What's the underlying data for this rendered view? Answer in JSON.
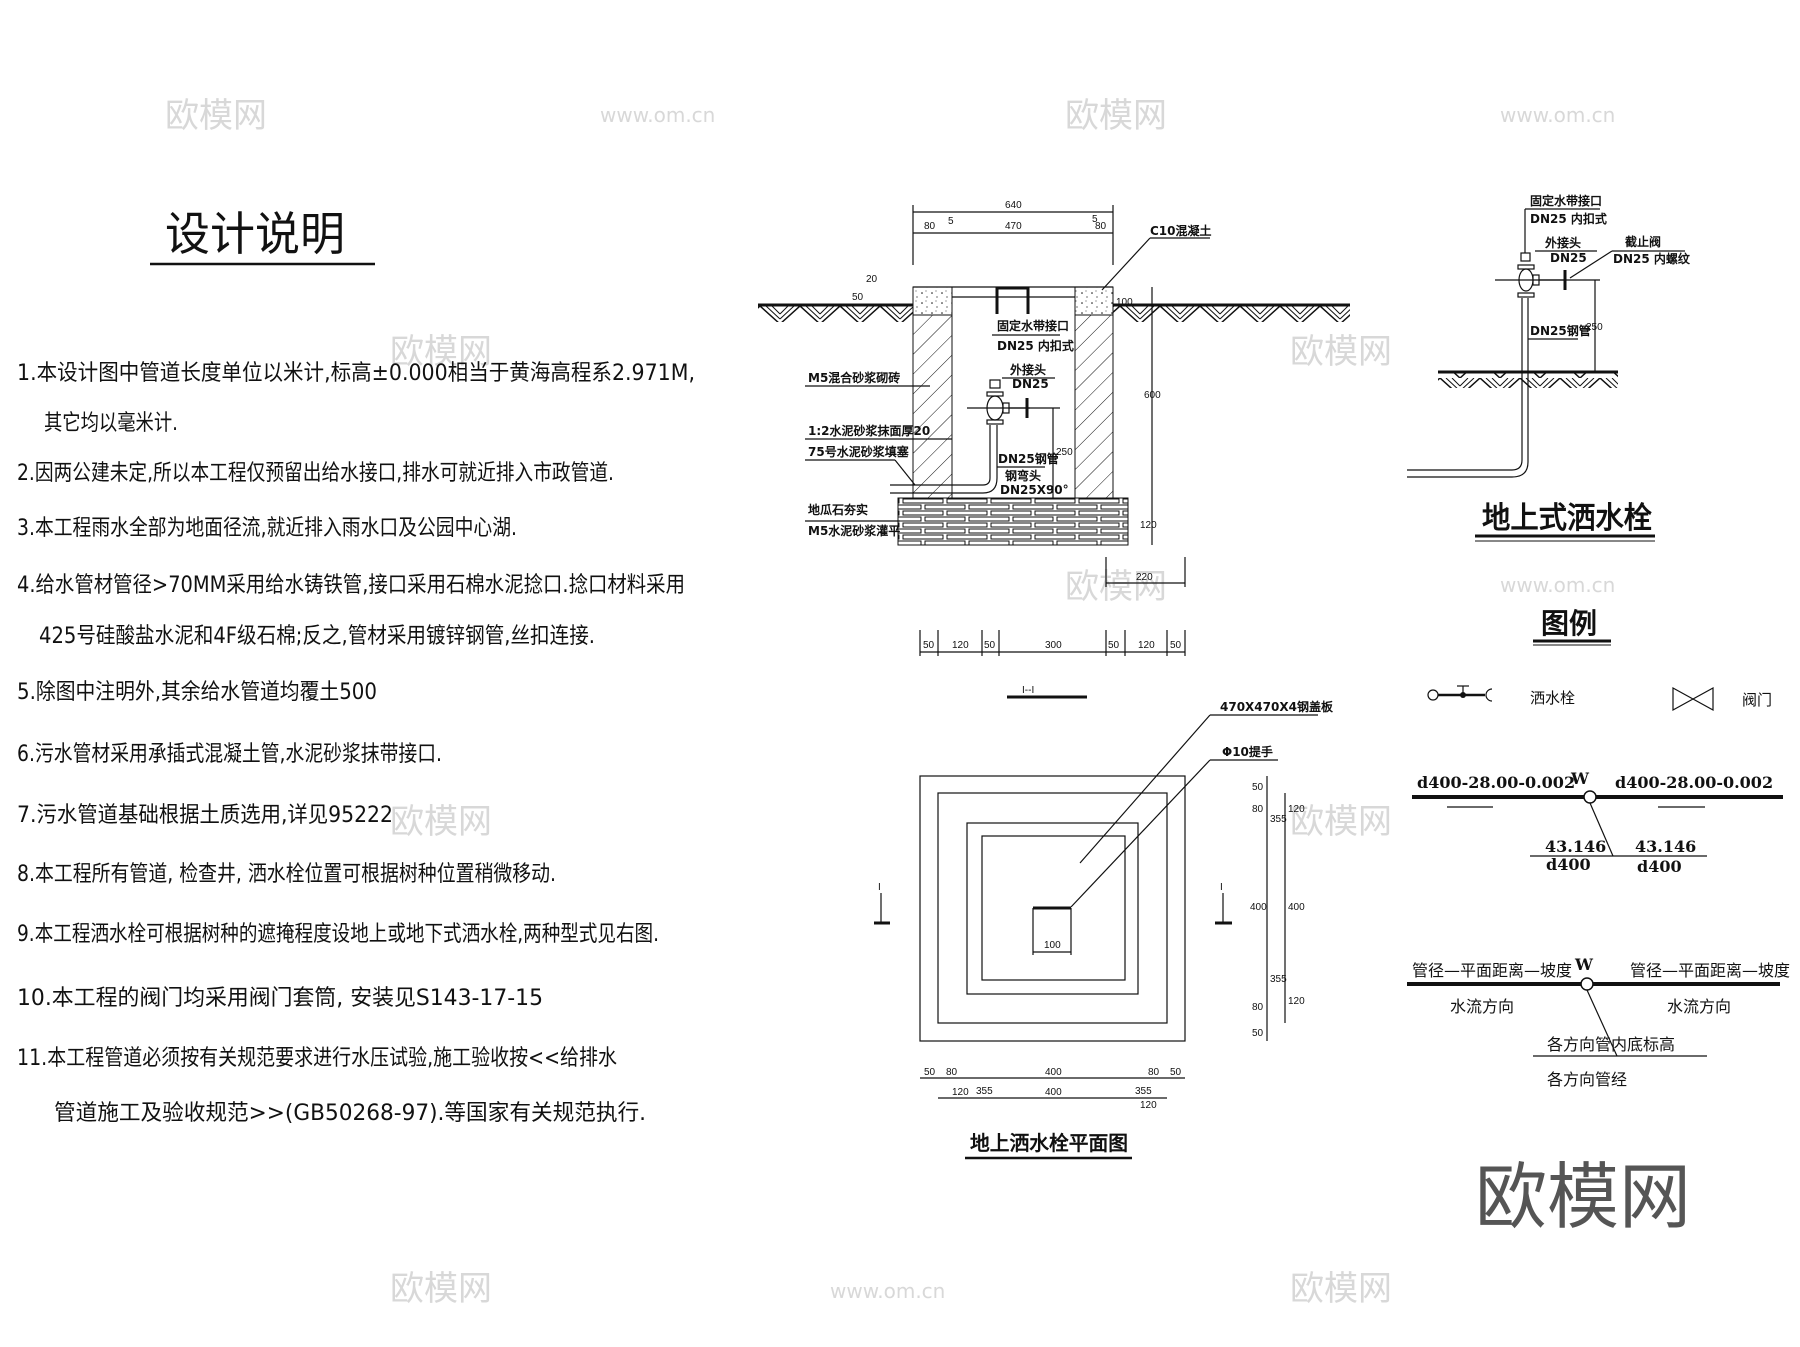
{
  "notes": {
    "title": "设计说明",
    "lines": [
      "1.本设计图中管道长度单位以米计,标高±0.000相当于黄海高程系2.971M,",
      "其它均以毫米计.",
      "2.因两公建未定,所以本工程仅预留出给水接口,排水可就近排入市政管道.",
      "3.本工程雨水全部为地面径流,就近排入雨水口及公园中心湖.",
      "4.给水管材管径>70MM采用给水铸铁管,接口采用石棉水泥捻口.捻口材料采用",
      "425号硅酸盐水泥和4F级石棉;反之,管材采用镀锌钢管,丝扣连接.",
      "5.除图中注明外,其余给水管道均覆土500",
      "6.污水管材采用承插式混凝土管,水泥砂浆抹带接口.",
      "7.污水管道基础根据土质选用,详见95222",
      "8.本工程所有管道, 检查井, 洒水栓位置可根据树种位置稍微移动.",
      "9.本工程洒水栓可根据树种的遮掩程度设地上或地下式洒水栓,两种型式见右图.",
      "10.本工程的阀门均采用阀门套筒, 安装见S143-17-15",
      "11.本工程管道必须按有关规范要求进行水压试验,施工验收按<<给排水",
      "管道施工及验收规范>>(GB50268-97).等国家有关规范执行."
    ]
  },
  "section": {
    "labels": {
      "c10": "C10混凝土",
      "hose_outlet": "固定水带接口",
      "dn25_inner": "DN25 内扣式",
      "ext_joint": "外接头",
      "dn25": "DN25",
      "brick": "M5混合砂浆砌砖",
      "plaster": "1:2水泥砂浆抹面厚20",
      "fill": "75号水泥砂浆填塞",
      "steel_pipe": "DN25钢管",
      "elbow": "钢弯头",
      "elbow_size": "DN25X90°",
      "gravel": "地瓜石夯实",
      "mortar": "M5水泥砂浆灌平"
    },
    "dims": {
      "total": "640",
      "left": "80",
      "mid": "470",
      "right": "80",
      "gap_l": "5",
      "gap_r": "5",
      "d50": "50",
      "d20": "20",
      "d100": "100",
      "d600": "600",
      "d250": "250",
      "d120": "120",
      "d220": "220",
      "bottom": [
        "50",
        "120",
        "50",
        "300",
        "50",
        "120",
        "50"
      ]
    },
    "section_mark": "I--I"
  },
  "plan": {
    "title": "地上洒水栓平面图",
    "cover": "470X470X4钢盖板",
    "handle": "Φ10提手",
    "handle_dim": "100",
    "right_dims": [
      "50",
      "80",
      "355",
      "120",
      "400",
      "400",
      "355",
      "120",
      "80",
      "50"
    ],
    "bottom_dims_1": [
      "50",
      "80",
      "400",
      "80",
      "50"
    ],
    "bottom_dims_2": [
      "120",
      "355",
      "400",
      "355",
      "120"
    ],
    "section_marks": [
      "I",
      "I"
    ]
  },
  "above_ground": {
    "title": "地上式洒水栓",
    "hose_outlet": "固定水带接口",
    "dn25_inner": "DN25 内扣式",
    "ext_joint": "外接头",
    "dn25": "DN25",
    "stop_valve": "截止阀",
    "dn25_thread": "DN25 内螺纹",
    "steel_pipe": "DN25钢管",
    "d250": "250"
  },
  "legend": {
    "title": "图例",
    "sprinkler": "洒水栓",
    "valve": "阀门",
    "pipe_left": "d400-28.00-0.002",
    "pipe_right": "d400-28.00-0.002",
    "w": "W",
    "elev_left": "43.146",
    "elev_right": "43.146",
    "dia_left": "d400",
    "dia_right": "d400",
    "gen_left": "管径—平面距离—坡度",
    "gen_right": "管径—平面距离—坡度",
    "flow_left": "水流方向",
    "flow_right": "水流方向",
    "invert": "各方向管内底标高",
    "dia": "各方向管经"
  },
  "watermark": {
    "logo": "欧模网",
    "url": "www.om.cn"
  }
}
